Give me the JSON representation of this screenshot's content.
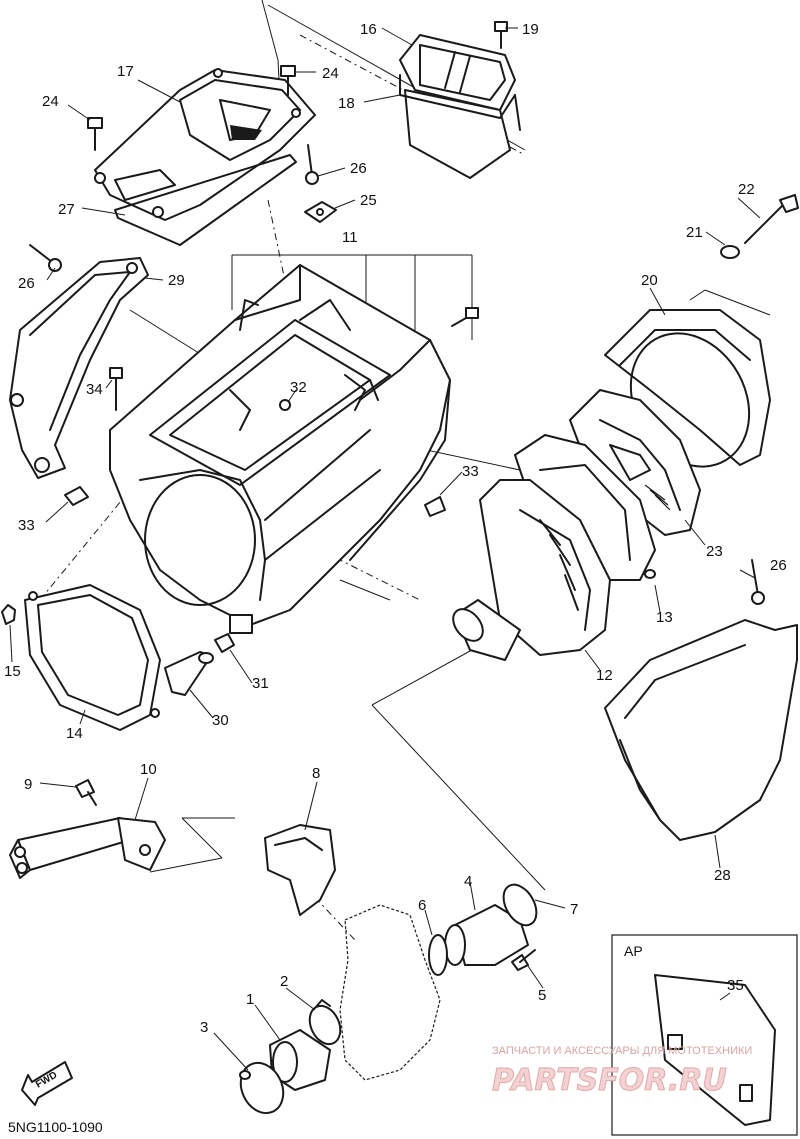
{
  "diagram_code": "5NG1100-1090",
  "fwd_label": "FWD",
  "ap_label": "AP",
  "watermark": {
    "line1": "ЗАПЧАСТИ И АКСЕССУАРЫ ДЛЯ МОТОТЕХНИКИ",
    "line2": "PARTSFOR.RU"
  },
  "callouts": [
    "1",
    "2",
    "3",
    "4",
    "5",
    "6",
    "7",
    "8",
    "9",
    "10",
    "11",
    "12",
    "13",
    "14",
    "15",
    "16",
    "17",
    "18",
    "19",
    "20",
    "21",
    "22",
    "23",
    "24",
    "24",
    "25",
    "26",
    "26",
    "26",
    "27",
    "28",
    "29",
    "30",
    "31",
    "32",
    "33",
    "33",
    "34",
    "35"
  ]
}
